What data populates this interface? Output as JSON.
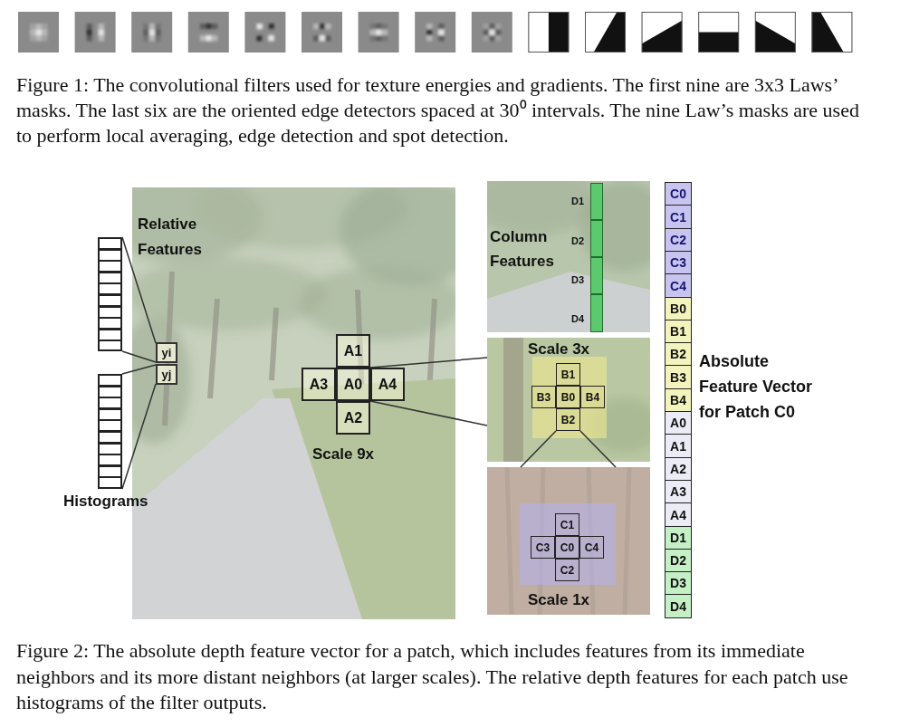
{
  "diagram": {
    "caption": "Figure 2: The absolute depth feature vector for a patch, which includes features from its immediate neighbors and its more distant neighbors (at larger scales). The relative depth features for each patch use histograms of the filter outputs.",
    "nodes": [
      {
        "text": [
          "Relative Features"
        ]
      },
      {
        "text": [
          "Histograms"
        ]
      },
      {
        "text": [
          "Scale 9x"
        ]
      },
      {
        "text": [
          "yi"
        ],
        "in": 2
      },
      {
        "text": [
          "yj"
        ],
        "in": 2
      },
      {
        "text": [
          "A1"
        ],
        "in": 2
      },
      {
        "text": [
          "A3"
        ],
        "in": 2
      },
      {
        "text": [
          "A0"
        ],
        "in": 2
      },
      {
        "text": [
          "A4"
        ],
        "in": 2
      },
      {
        "text": [
          "A2"
        ],
        "in": 2
      },
      {
        "text": [
          "Column Features"
        ]
      },
      {
        "text": [
          "D1"
        ],
        "in": 10
      },
      {
        "text": [
          "D2"
        ],
        "in": 10
      },
      {
        "text": [
          "D3"
        ],
        "in": 10
      },
      {
        "text": [
          "D4"
        ],
        "in": 10
      },
      {
        "text": [
          "Scale 3x"
        ]
      },
      {
        "text": [
          "B1"
        ],
        "in": 15
      },
      {
        "text": [
          "B3"
        ],
        "in": 15
      },
      {
        "text": [
          "B0"
        ],
        "in": 15
      },
      {
        "text": [
          "B4"
        ],
        "in": 15
      },
      {
        "text": [
          "B2"
        ],
        "in": 15
      },
      {
        "text": [
          "Scale 1x"
        ]
      },
      {
        "text": [
          "C1"
        ],
        "in": 21
      },
      {
        "text": [
          "C3"
        ],
        "in": 21
      },
      {
        "text": [
          "C0"
        ],
        "in": 21
      },
      {
        "text": [
          "C4"
        ],
        "in": 21
      },
      {
        "text": [
          "C2"
        ],
        "in": 21
      },
      {
        "text": [
          "Absolute Feature Vector for Patch C0"
        ]
      },
      {
        "text": [
          "C0"
        ],
        "in": 27
      },
      {
        "text": [
          "C1"
        ],
        "in": 27
      },
      {
        "text": [
          "C2"
        ],
        "in": 27
      },
      {
        "text": [
          "C3"
        ],
        "in": 27
      },
      {
        "text": [
          "C4"
        ],
        "in": 27
      },
      {
        "text": [
          "B0"
        ],
        "in": 27
      },
      {
        "text": [
          "B1"
        ],
        "in": 27
      },
      {
        "text": [
          "B2"
        ],
        "in": 27
      },
      {
        "text": [
          "B3"
        ],
        "in": 27
      },
      {
        "text": [
          "B4"
        ],
        "in": 27
      },
      {
        "text": [
          "A0"
        ],
        "in": 27
      },
      {
        "text": [
          "A1"
        ],
        "in": 27
      },
      {
        "text": [
          "A2"
        ],
        "in": 27
      },
      {
        "text": [
          "A3"
        ],
        "in": 27
      },
      {
        "text": [
          "A4"
        ],
        "in": 27
      },
      {
        "text": [
          "D1"
        ],
        "in": 27
      },
      {
        "text": [
          "D2"
        ],
        "in": 27
      },
      {
        "text": [
          "D3"
        ],
        "in": 27
      },
      {
        "text": [
          "D4"
        ],
        "in": 27
      }
    ],
    "edges": [
      {
        "from": 3,
        "to": 0,
        "arrow": "none"
      },
      {
        "from": 4,
        "to": 1,
        "arrow": "none"
      },
      {
        "from": 7,
        "to": 15,
        "arrow": "none"
      },
      {
        "from": 20,
        "to": 21,
        "arrow": "none"
      }
    ],
    "labels": [
      "Figure 1: The convolutional filters used for texture energies and gradients. The first nine are 3x3 Laws’ masks. The last six are the oriented edge detectors spaced at 30⁰ intervals. The nine Law’s masks are used to perform local averaging, edge detection and spot detection."
    ]
  }
}
